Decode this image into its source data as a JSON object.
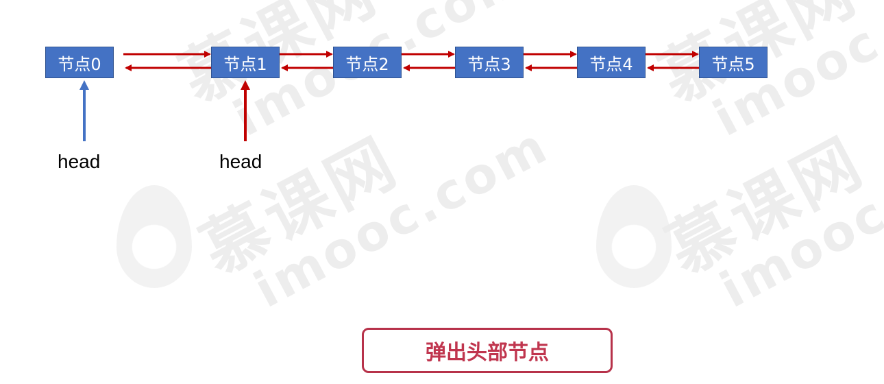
{
  "watermark": {
    "brand_cn": "慕课网",
    "brand_en": "imooc.com"
  },
  "list": {
    "nodes": [
      "节点0",
      "节点1",
      "节点2",
      "节点3",
      "节点4",
      "节点5"
    ],
    "link_color": "#c00000",
    "node_color": "#4472c4"
  },
  "head_pointers": [
    {
      "label": "head",
      "target_index": 0,
      "color": "#4472c4"
    },
    {
      "label": "head",
      "target_index": 1,
      "color": "#c00000"
    }
  ],
  "action": {
    "label": "弹出头部节点",
    "color": "#c0354e"
  }
}
